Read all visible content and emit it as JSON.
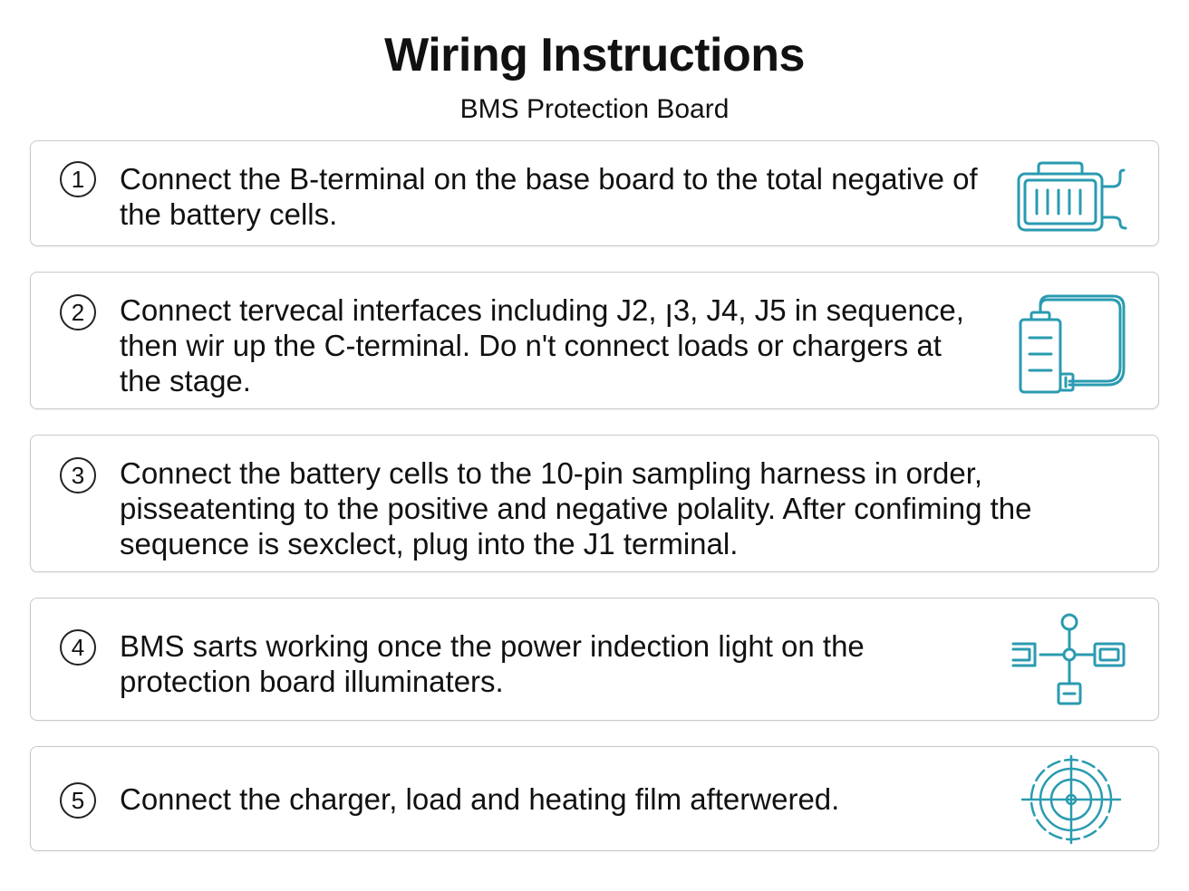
{
  "header": {
    "title": "Wiring Instructions",
    "subtitle": "BMS Protection Board"
  },
  "steps": [
    {
      "number": "1",
      "text": "Connect the B-terminal on the base board to the total negative of the battery cells.",
      "icon": "battery-pack-icon"
    },
    {
      "number": "2",
      "text": "Connect tervecal interfaces including J2, ꞁ3, J4, J5 in sequence, then wir up the C-terminal. Do n't connect loads or chargers at the stage.",
      "icon": "battery-cable-icon"
    },
    {
      "number": "3",
      "text": "Connect the battery cells to the 10-pin sampling harness in order, pisseatenting to the positive and negative polality. After confiming the sequence is sexclect, plug into the J1 terminal.",
      "icon": ""
    },
    {
      "number": "4",
      "text": "BMS sarts working once the power indection light on the protection board illuminaters.",
      "icon": "connection-node-icon"
    },
    {
      "number": "5",
      "text": "Connect the charger, load and heating film afterwered.",
      "icon": "target-crosshair-icon"
    }
  ],
  "colors": {
    "icon_stroke": "#2a9bb0",
    "card_border": "#c9c9c9",
    "text": "#111111"
  }
}
